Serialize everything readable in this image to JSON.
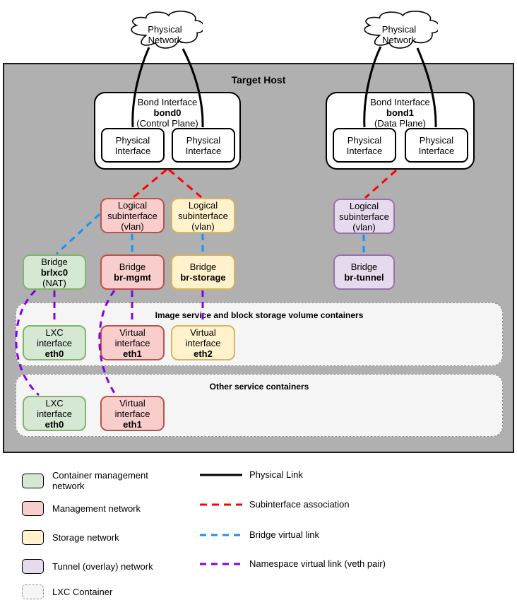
{
  "palette": {
    "host_gray": "#b0b0b0",
    "container_fill": "#f5f5f5",
    "green_fill": "#d5e8d4",
    "green_stroke": "#82b366",
    "red_fill": "#f8cecc",
    "red_stroke": "#b85450",
    "yellow_fill": "#fff2cc",
    "yellow_stroke": "#d6b656",
    "purple_fill": "#e6dbee",
    "purple_stroke": "#9673a6",
    "link_physical": "#000000",
    "link_subinterface": "#ff0000",
    "link_bridge": "#1691ff",
    "link_veth": "#8400e6"
  },
  "diagram": {
    "cloud": {
      "l1": "Physical",
      "l2": "Network"
    },
    "host_title": "Target Host",
    "bond0": {
      "title": "Bond Interface",
      "name": "bond0",
      "plane": "(Control Plane)"
    },
    "bond1": {
      "title": "Bond Interface",
      "name": "bond1",
      "plane": "(Data Plane)"
    },
    "phys_if": {
      "l1": "Physical",
      "l2": "Interface"
    },
    "subif": {
      "l1": "Logical",
      "l2": "subinterface",
      "l3": "(vlan)"
    },
    "bridges": {
      "lxc": {
        "title": "Bridge",
        "name": "brlxc0",
        "sub": "(NAT)"
      },
      "mgmt": {
        "title": "Bridge",
        "name": "br-mgmt"
      },
      "storage": {
        "title": "Bridge",
        "name": "br-storage"
      },
      "tunnel": {
        "title": "Bridge",
        "name": "br-tunnel"
      }
    },
    "containers": {
      "c1": {
        "title": "Image service and block storage volume containers"
      },
      "c2": {
        "title": "Other service containers"
      }
    },
    "ifaces": {
      "lxc": {
        "l1": "LXC",
        "l2": "interface"
      },
      "virtual": {
        "l1": "Virtual",
        "l2": "interface"
      },
      "c1": {
        "eth0": "eth0",
        "eth1": "eth1",
        "eth2": "eth2"
      },
      "c2": {
        "eth0": "eth0",
        "eth1": "eth1"
      }
    }
  },
  "legend": {
    "swatches": {
      "container_mgmt": {
        "label": "Container management network"
      },
      "management": {
        "label": "Management network"
      },
      "storage": {
        "label": "Storage network"
      },
      "tunnel": {
        "label": "Tunnel (overlay) network"
      },
      "lxc": {
        "label": "LXC Container"
      }
    },
    "links": {
      "physical": {
        "label": "Physical Link",
        "color": "#000000",
        "style": "solid"
      },
      "subif": {
        "label": "Subinterface association",
        "color": "#ff0000",
        "style": "dashed"
      },
      "bridge": {
        "label": "Bridge virtual link",
        "color": "#1691ff",
        "style": "dashed"
      },
      "veth": {
        "label": "Namespace virtual link (veth pair)",
        "color": "#8400e6",
        "style": "dashed"
      }
    }
  }
}
